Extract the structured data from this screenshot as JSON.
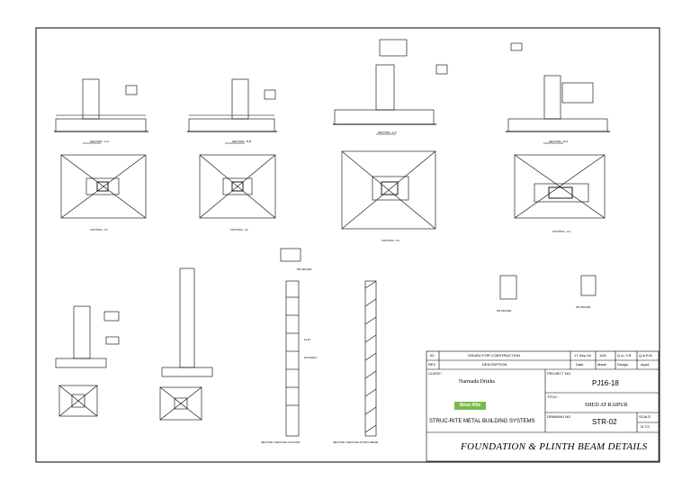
{
  "title_block": {
    "revision_row": {
      "rev": "00",
      "description": "ISSUED FOR CONSTRUCTION",
      "date": "17-Sep-18",
      "made": "11/8",
      "design": "Q.A.-Y.R",
      "appd": "Q.A.R.B"
    },
    "header_row": {
      "rev": "REV",
      "description": "DESCRIPTION",
      "date": "Date",
      "made": "Made",
      "design": "Design",
      "appd": "Appd"
    },
    "client_label": "CLIENT :",
    "client_value": "Narmada Drinks",
    "project_label": "PROJECT NO.",
    "project_value": "PJ16-18",
    "title_label": "TITLE :",
    "title_value": "SHED AT RAIPUR",
    "drawing_label": "DRAWING NO.",
    "drawing_value": "STR-02",
    "scale_label": "SCALE",
    "scale_value": "N.T.S",
    "logo_text": "Struc-Rite",
    "company": "STRUC-RITE METAL BUILDING SYSTEMS",
    "sheet_title": "FOUNDATION & PLINTH BEAM DETAILS"
  },
  "drawing": {
    "labels": [
      "SECTION - A-A",
      "SECTION - B-B",
      "SECTION - C-C",
      "SECTION - D-D",
      "FOOTING - F1",
      "FOOTING - F2",
      "FOOTING - F3",
      "FOOTING - F4",
      "SECTION THROUGH COLUMN",
      "SECTION THROUGH PLINTH BEAM",
      "PB 230x450",
      "PB 230x300",
      "8 Ø 200c/c",
      "12 Ø"
    ]
  }
}
